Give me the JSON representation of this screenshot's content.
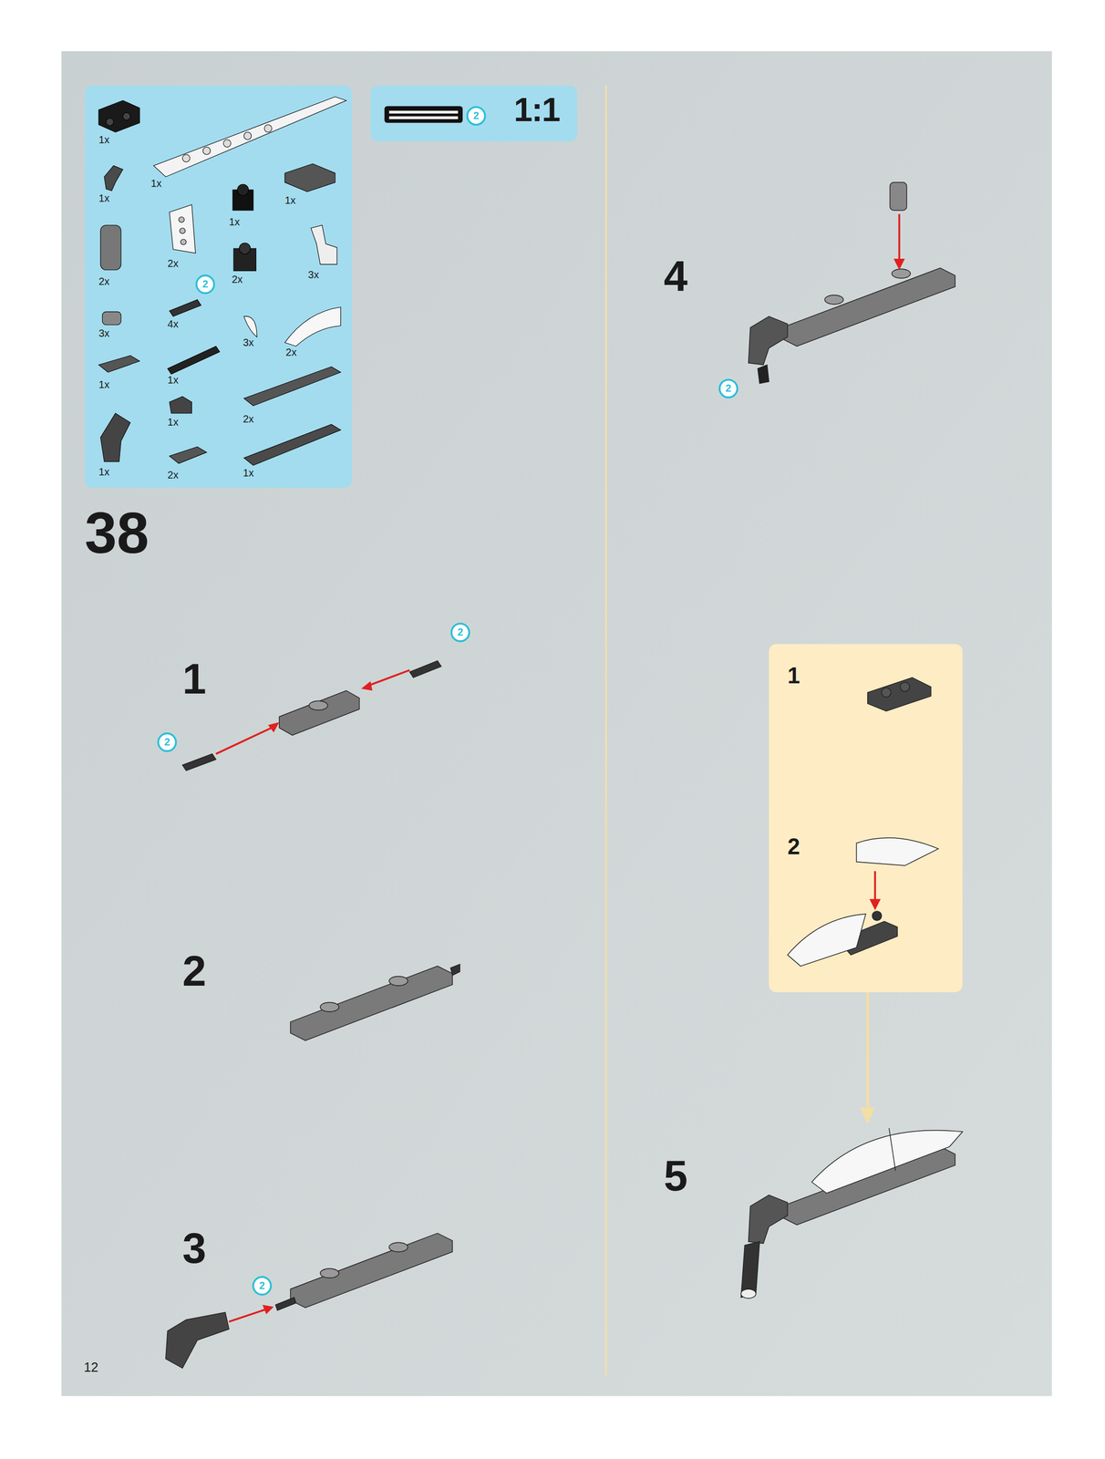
{
  "diagram": {
    "nodes": [
      {
        "text": [
          "1x",
          "1x",
          "1x",
          "1x",
          "1x",
          "2x",
          "2x",
          "2x",
          "3x",
          "3x",
          "4x",
          "3x",
          "2x",
          "1x",
          "1x",
          "1x",
          "2x",
          "1x",
          "2x",
          "1x"
        ]
      },
      {
        "text": [
          "2"
        ],
        "in": 0
      },
      {
        "text": [
          "1:1"
        ]
      },
      {
        "text": [
          "2"
        ],
        "in": 2
      },
      {
        "text": [
          "2"
        ]
      },
      {
        "text": [
          "2"
        ]
      },
      {
        "text": [
          "2"
        ]
      },
      {
        "text": [
          "2"
        ]
      },
      {
        "text": [
          "1",
          "2"
        ]
      }
    ],
    "labels": [
      "38",
      "1",
      "2",
      "3",
      "4",
      "5",
      "12"
    ]
  }
}
